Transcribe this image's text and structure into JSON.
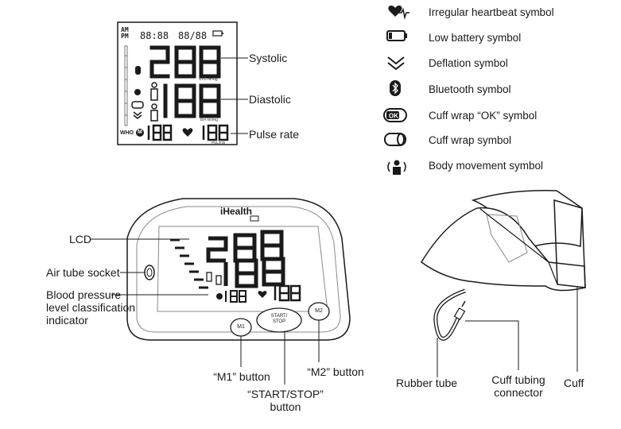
{
  "lcd_labels": {
    "systolic": "Systolic",
    "diastolic": "Diastolic",
    "pulse_rate": "Pulse rate"
  },
  "lcd_small": {
    "ampm": "AM",
    "pm": "PM",
    "time": "88:88",
    "date": "88/88",
    "sys_unit": "SYS mmHg",
    "dia_unit": "DIA mmHg",
    "pul_unit": "PUL/min",
    "who": "WHO",
    "mem": "M"
  },
  "legend": [
    {
      "icon": "irregular-heartbeat-icon",
      "text": "Irregular heartbeat symbol"
    },
    {
      "icon": "low-battery-icon",
      "text": "Low battery symbol"
    },
    {
      "icon": "deflation-icon",
      "text": "Deflation symbol"
    },
    {
      "icon": "bluetooth-icon",
      "text": "Bluetooth symbol"
    },
    {
      "icon": "cuff-ok-icon",
      "text": "Cuff wrap “OK” symbol"
    },
    {
      "icon": "cuff-wrap-icon",
      "text": "Cuff wrap symbol"
    },
    {
      "icon": "body-movement-icon",
      "text": "Body movement symbol"
    }
  ],
  "device": {
    "brand": "iHealth",
    "lcd": "LCD",
    "air_tube_socket": "Air tube socket",
    "bp_indicator": "Blood pressure\nlevel classification\nindicator",
    "m1_label": "“M1” button",
    "m2_label": "“M2” button",
    "start_stop_label": "“START/STOP”\nbutton",
    "m1_key": "M1",
    "m2_key": "M2",
    "start_key": "START/\nSTOP"
  },
  "cuff": {
    "rubber_tube": "Rubber tube",
    "connector": "Cuff tubing\nconnector",
    "cuff": "Cuff"
  },
  "colors": {
    "ink": "#1a1a1a",
    "gray": "#8a8a8a",
    "light": "#d0d0d0"
  }
}
